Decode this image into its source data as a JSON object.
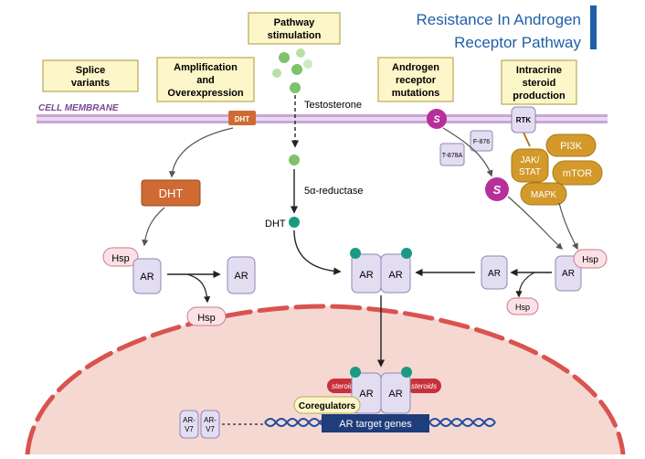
{
  "title": {
    "line1": "Resistance In Androgen",
    "line2": "Receptor Pathway"
  },
  "membrane": {
    "label": "CELL MEMBRANE"
  },
  "category_boxes": {
    "pathway": {
      "line1": "Pathway",
      "line2": "stimulation"
    },
    "splice": {
      "line1": "Splice",
      "line2": "variants"
    },
    "amplification": {
      "line1": "Amplification",
      "line2": "and",
      "line3": "Overexpression"
    },
    "mutations": {
      "line1": "Androgen",
      "line2": "receptor",
      "line3": "mutations"
    },
    "intracrine": {
      "line1": "Intracrine",
      "line2": "steroid",
      "line3": "production"
    }
  },
  "molecules": {
    "testosterone": "Testosterone",
    "reductase": "5α-reductase",
    "dht_free": "DHT",
    "dht_membrane": "DHT",
    "dht_box": "DHT",
    "s_symbol": "S",
    "f876": "F-876",
    "t878a": "T-878A"
  },
  "kinases": {
    "rtk": "RTK",
    "pi3k": "PI3K",
    "jak_stat_1": "JAK/",
    "jak_stat_2": "STAT",
    "mtor": "mTOR",
    "mapk": "MAPK"
  },
  "receptors": {
    "ar": "AR",
    "hsp": "Hsp",
    "ar_v7_1": "AR-",
    "ar_v7_2": "V7"
  },
  "nucleus": {
    "steroids": "steroids",
    "coregulators": "Coregulators",
    "target_genes": "AR target genes"
  },
  "colors": {
    "title_blue": "#1f5fa8",
    "membrane": "#c9a6d6",
    "box_fill": "#fdf6c8",
    "box_stroke": "#b8a95a",
    "ar_fill": "#e3ddf2",
    "ar_stroke": "#8f86b4",
    "hsp_fill": "#fbe1e6",
    "hsp_stroke": "#c77b8e",
    "dht_orange": "#cf6a33",
    "kinase_gold": "#d39a2b",
    "s_magenta": "#b72f9a",
    "teal_ligand": "#1a9a82",
    "green_ligand": "#7cc36a",
    "nucleus_fill": "#f6d8d3",
    "nucleus_stroke": "#d9534f",
    "steroid_red": "#c8313b",
    "dna_blue": "#1e4fa0",
    "gene_box": "#1e3d7a"
  }
}
